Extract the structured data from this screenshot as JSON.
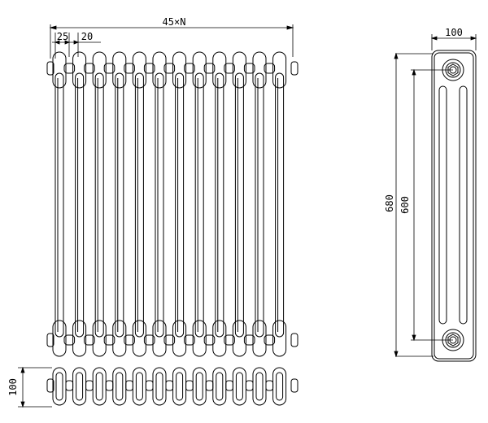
{
  "dimensions": {
    "total_width": "45×N",
    "section_first": "25",
    "section_pitch": "20",
    "side_depth": "100",
    "overall_height": "680",
    "center_distance": "600",
    "bottom_depth": "100"
  },
  "radiator": {
    "columns": 12,
    "side_tubes": 2
  },
  "colors": {
    "line": "#000000",
    "background": "#ffffff"
  }
}
